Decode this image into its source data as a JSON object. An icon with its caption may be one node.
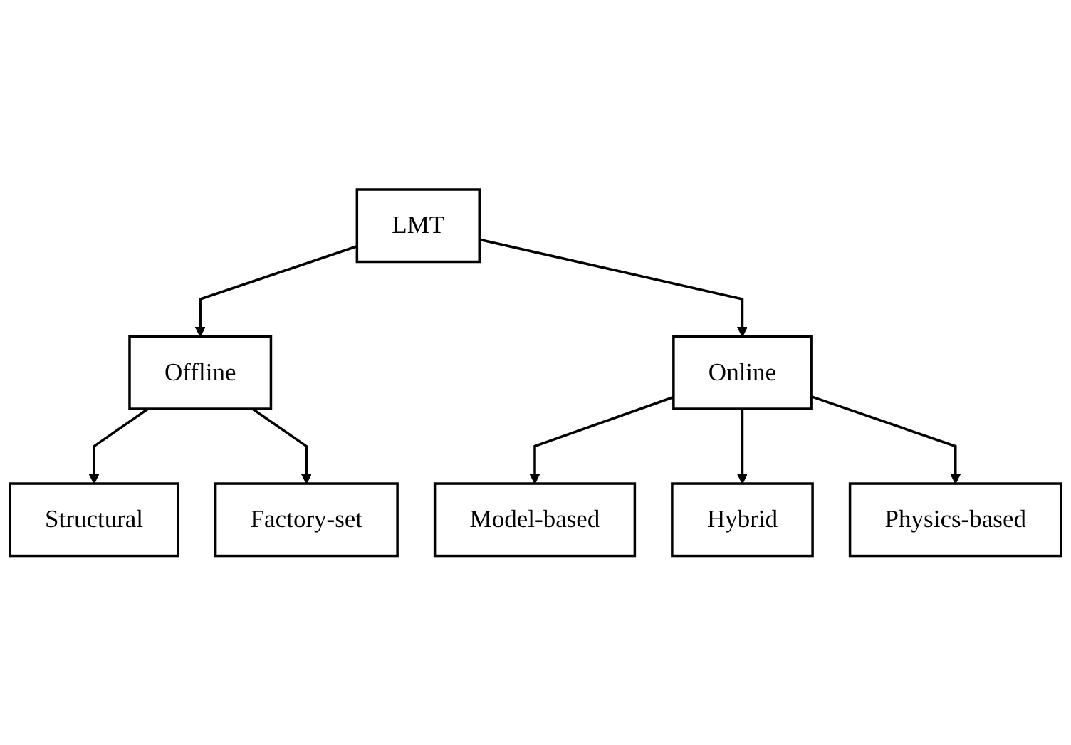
{
  "diagram": {
    "nodes": [
      {
        "text": [
          "LMT"
        ]
      },
      {
        "text": [
          "Offline"
        ]
      },
      {
        "text": [
          "Online"
        ]
      },
      {
        "text": [
          "Structural"
        ]
      },
      {
        "text": [
          "Factory-set"
        ]
      },
      {
        "text": [
          "Model-based"
        ]
      },
      {
        "text": [
          "Hybrid"
        ]
      },
      {
        "text": [
          "Physics-based"
        ]
      }
    ],
    "edges": [
      {
        "from": 0,
        "to": 1,
        "arrow": "to"
      },
      {
        "from": 0,
        "to": 2,
        "arrow": "to"
      },
      {
        "from": 1,
        "to": 3,
        "arrow": "to"
      },
      {
        "from": 1,
        "to": 4,
        "arrow": "to"
      },
      {
        "from": 2,
        "to": 5,
        "arrow": "to"
      },
      {
        "from": 2,
        "to": 6,
        "arrow": "to"
      },
      {
        "from": 2,
        "to": 7,
        "arrow": "to"
      }
    ]
  }
}
